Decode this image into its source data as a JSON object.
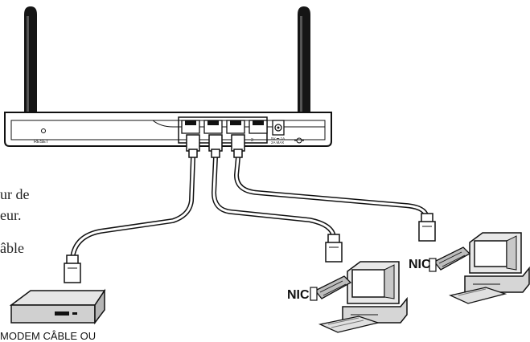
{
  "router": {
    "reset_label": "RESET",
    "port_number": "3",
    "power_spec_line1": "5V ⎓ 1A",
    "power_spec_line2": "2A MAX"
  },
  "left_text": {
    "line1": "ur de",
    "line2": "eur.",
    "line3": "âble"
  },
  "modem_caption": "MODEM CÂBLE OU",
  "nic_labels": {
    "left": "NIC",
    "right": "NIC"
  }
}
